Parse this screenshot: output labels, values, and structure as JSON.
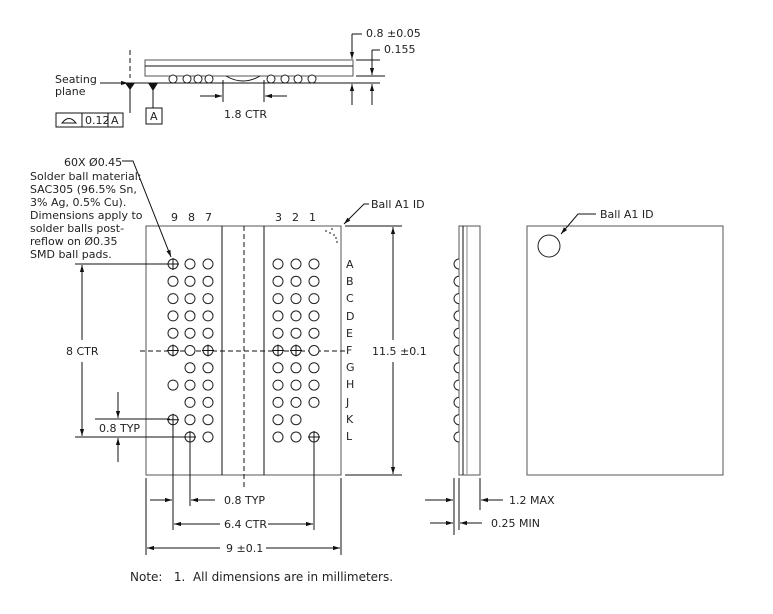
{
  "side_view": {
    "seating_plane_label": "Seating\nplane",
    "flatness_value": "0.12",
    "flatness_datum": "A",
    "datum_box": "A",
    "center_label": "1.8 CTR",
    "thickness_label": "0.8 ±0.05",
    "standoff_label": "0.155"
  },
  "bottom_view": {
    "ball_note": [
      "60X Ø0.45",
      "Solder ball material:",
      "SAC305 (96.5% Sn,",
      "3% Ag, 0.5% Cu).",
      "Dimensions apply to",
      "solder balls post-",
      "reflow on Ø0.35",
      "SMD ball pads."
    ],
    "column_labels_left": [
      "9",
      "8",
      "7"
    ],
    "column_labels_right": [
      "3",
      "2",
      "1"
    ],
    "row_labels": [
      "A",
      "B",
      "C",
      "D",
      "E",
      "F",
      "G",
      "H",
      "J",
      "K",
      "L"
    ],
    "a1_label": "Ball A1 ID",
    "ctr_vertical": "8 CTR",
    "pitch_vertical": "0.8 TYP",
    "height_label": "11.5 ±0.1",
    "pitch_horizontal": "0.8 TYP",
    "ctr_horizontal": "6.4 CTR",
    "width_label": "9 ±0.1"
  },
  "end_view": {
    "max_label": "1.2 MAX",
    "min_label": "0.25 MIN"
  },
  "top_view": {
    "a1_label": "Ball A1 ID"
  },
  "note": "Note:   1.  All dimensions are in millimeters."
}
